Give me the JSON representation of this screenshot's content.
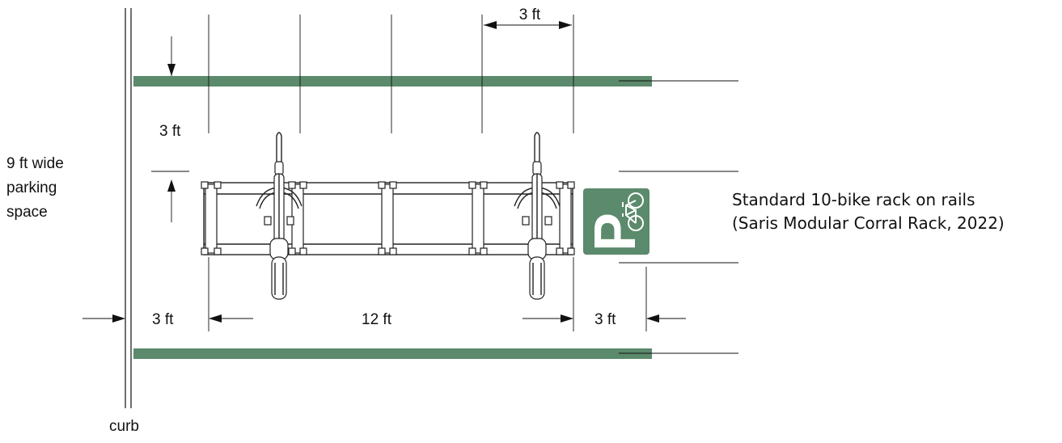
{
  "diagram": {
    "labels": {
      "top_spacing": "3 ft",
      "left_offset": "3 ft",
      "parking_width": "9 ft wide\nparking\nspace",
      "curb_gap": "3 ft",
      "rack_length": "12 ft",
      "sign_gap": "3 ft",
      "curb": "curb",
      "rack_desc_line1": "Standard 10-bike rack on rails",
      "rack_desc_line2": "(Saris Modular Corral Rack, 2022)"
    },
    "sign": {
      "letter": "P",
      "bg_color": "#5b8a6c",
      "icon": "bicycle-icon"
    },
    "colors": {
      "rail": "#5b8a6c",
      "ink": "#111111"
    }
  }
}
